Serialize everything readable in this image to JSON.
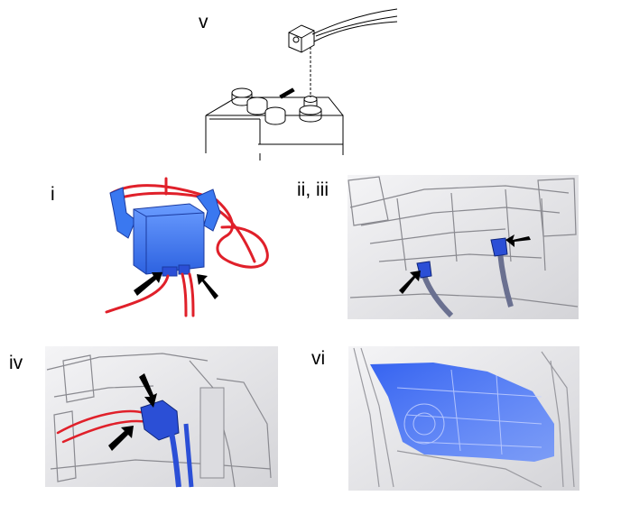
{
  "labels": {
    "v": "v",
    "i": "i",
    "ii_iii": "ii, iii",
    "iv": "iv",
    "vi": "vi"
  },
  "colors": {
    "wire_red": "#e0202a",
    "ecu_blue": "#3a78f0",
    "connector_blue": "#2b4fd6",
    "panel_blue": "#2f62f2",
    "arrow": "#000000",
    "photo_gray": "#e8e8ea"
  },
  "icons": [
    "battery-terminal-diagram",
    "ecu-module-diagram",
    "arrow-pointer-icon",
    "door-panel-diagram"
  ]
}
